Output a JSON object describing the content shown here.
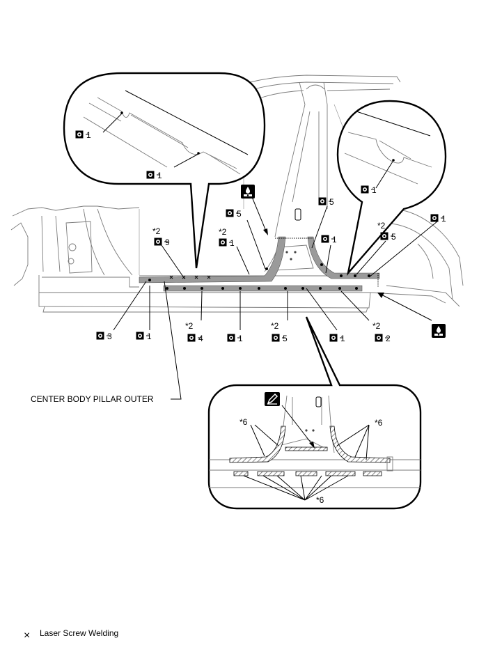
{
  "callouts": {
    "c_left_bubble_1": "1",
    "c_left_bubble_2": "1",
    "c_right_bubble_1": "1",
    "c_top_5a": "5",
    "c_top_5b": "5",
    "c_top_9": "9",
    "c_top_1a": "1",
    "c_top_1b": "1",
    "c_top_5c": "5",
    "c_top_1c": "1",
    "c_bot_3": "3",
    "c_bot_1a": "1",
    "c_bot_4": "4",
    "c_bot_1b": "1",
    "c_bot_5": "5",
    "c_bot_1c": "1",
    "c_bot_2": "2"
  },
  "notes": {
    "n2_a": "*2",
    "n2_b": "*2",
    "n2_c": "*2",
    "n2_d": "*2",
    "n2_e": "*2",
    "n2_f": "*2",
    "n6_a": "*6",
    "n6_b": "*6",
    "n6_c": "*6"
  },
  "part_label": "CENTER BODY PILLAR OUTER",
  "legend": {
    "symbol": "×",
    "text": "Laser Screw Welding"
  },
  "icons": [
    "spot-weld-icon",
    "sealer-icon",
    "adhesive-icon",
    "sealer-cutting-icon"
  ]
}
